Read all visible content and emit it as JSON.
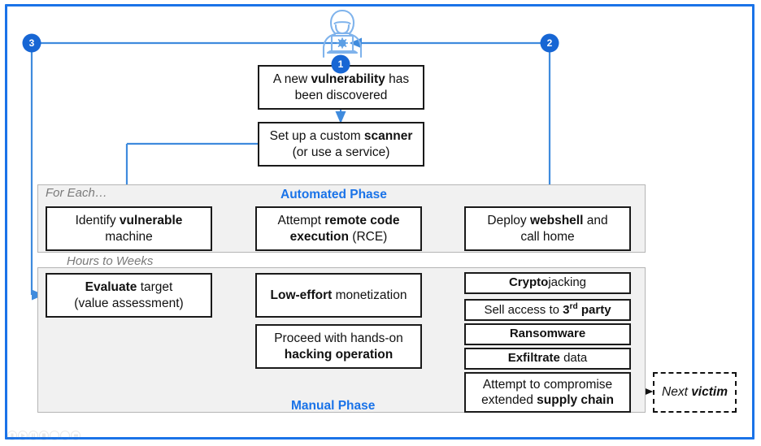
{
  "diagram": {
    "title": "Attack lifecycle flow",
    "accent_color": "#1a73e8",
    "badge_color": "#1766d4",
    "phase_bg": "#f1f1f1"
  },
  "badges": [
    {
      "id": "badge-1",
      "label": "1"
    },
    {
      "id": "badge-2",
      "label": "2"
    },
    {
      "id": "badge-3",
      "label": "3"
    }
  ],
  "icons": {
    "hacker": "hacker-hoodie-laptop-icon",
    "watermark": "media-controls-watermark"
  },
  "nodes": {
    "vulnerability": {
      "line1_pre": "A new ",
      "line1_bold": "vulnerability",
      "line1_post": " has",
      "line2": "been discovered"
    },
    "scanner": {
      "line1_pre": "Set up a custom ",
      "line1_bold": "scanner",
      "line1_post": "",
      "line2": "(or use a service)"
    },
    "identify": {
      "line1_pre": "Identify ",
      "line1_bold": "vulnerable",
      "line1_post": "",
      "line2": "machine"
    },
    "rce": {
      "line1_pre": "Attempt ",
      "line1_bold": "remote code",
      "line1_post": "",
      "line2_bold": "execution",
      "line2_post": " (RCE)"
    },
    "webshell": {
      "line1_pre": "Deploy ",
      "line1_bold": "webshell",
      "line1_post": " and",
      "line2": "call home"
    },
    "evaluate": {
      "line1_bold": "Evaluate",
      "line1_post": " target",
      "line2": "(value assessment)"
    },
    "lowEffort": {
      "bold": "Low-effort",
      "post": " monetization"
    },
    "handsOn": {
      "line1": "Proceed with hands-on",
      "line2_bold": "hacking operation"
    },
    "cryptojacking": {
      "bold": "Crypto",
      "post": "jacking"
    },
    "sellAccess": {
      "pre": "Sell access to ",
      "bold_num": "3",
      "bold_sup": "rd",
      "bold_tail": " party"
    },
    "ransomware": {
      "bold": "Ransomware"
    },
    "exfiltrate": {
      "bold": "Exfiltrate",
      "post": " data"
    },
    "supplyChain": {
      "line1": "Attempt to compromise",
      "line2_pre": "extended ",
      "line2_bold": "supply chain"
    },
    "nextVictim": {
      "pre": "Next ",
      "bold": "victim"
    }
  },
  "labels": {
    "automated_phase": "Automated Phase",
    "manual_phase": "Manual Phase",
    "for_each": "For Each…",
    "hours_to_weeks": "Hours to Weeks"
  }
}
